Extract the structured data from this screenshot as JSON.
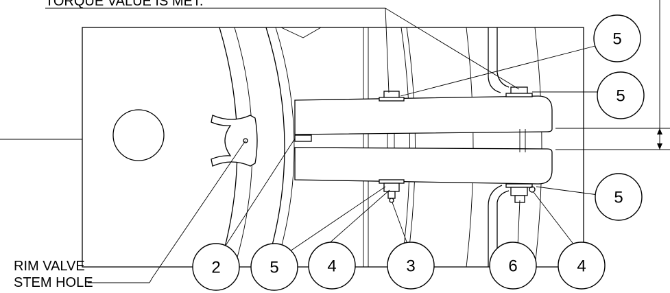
{
  "top_note": "TORQUE VALUE IS MET.",
  "rim_label": {
    "line1": "RIM VALVE",
    "line2": "STEM HOLE"
  },
  "callouts": [
    "5",
    "5",
    "5",
    "2",
    "5",
    "4",
    "3",
    "6",
    "4"
  ],
  "colors": {
    "line": "#000000",
    "background": "#ffffff"
  }
}
